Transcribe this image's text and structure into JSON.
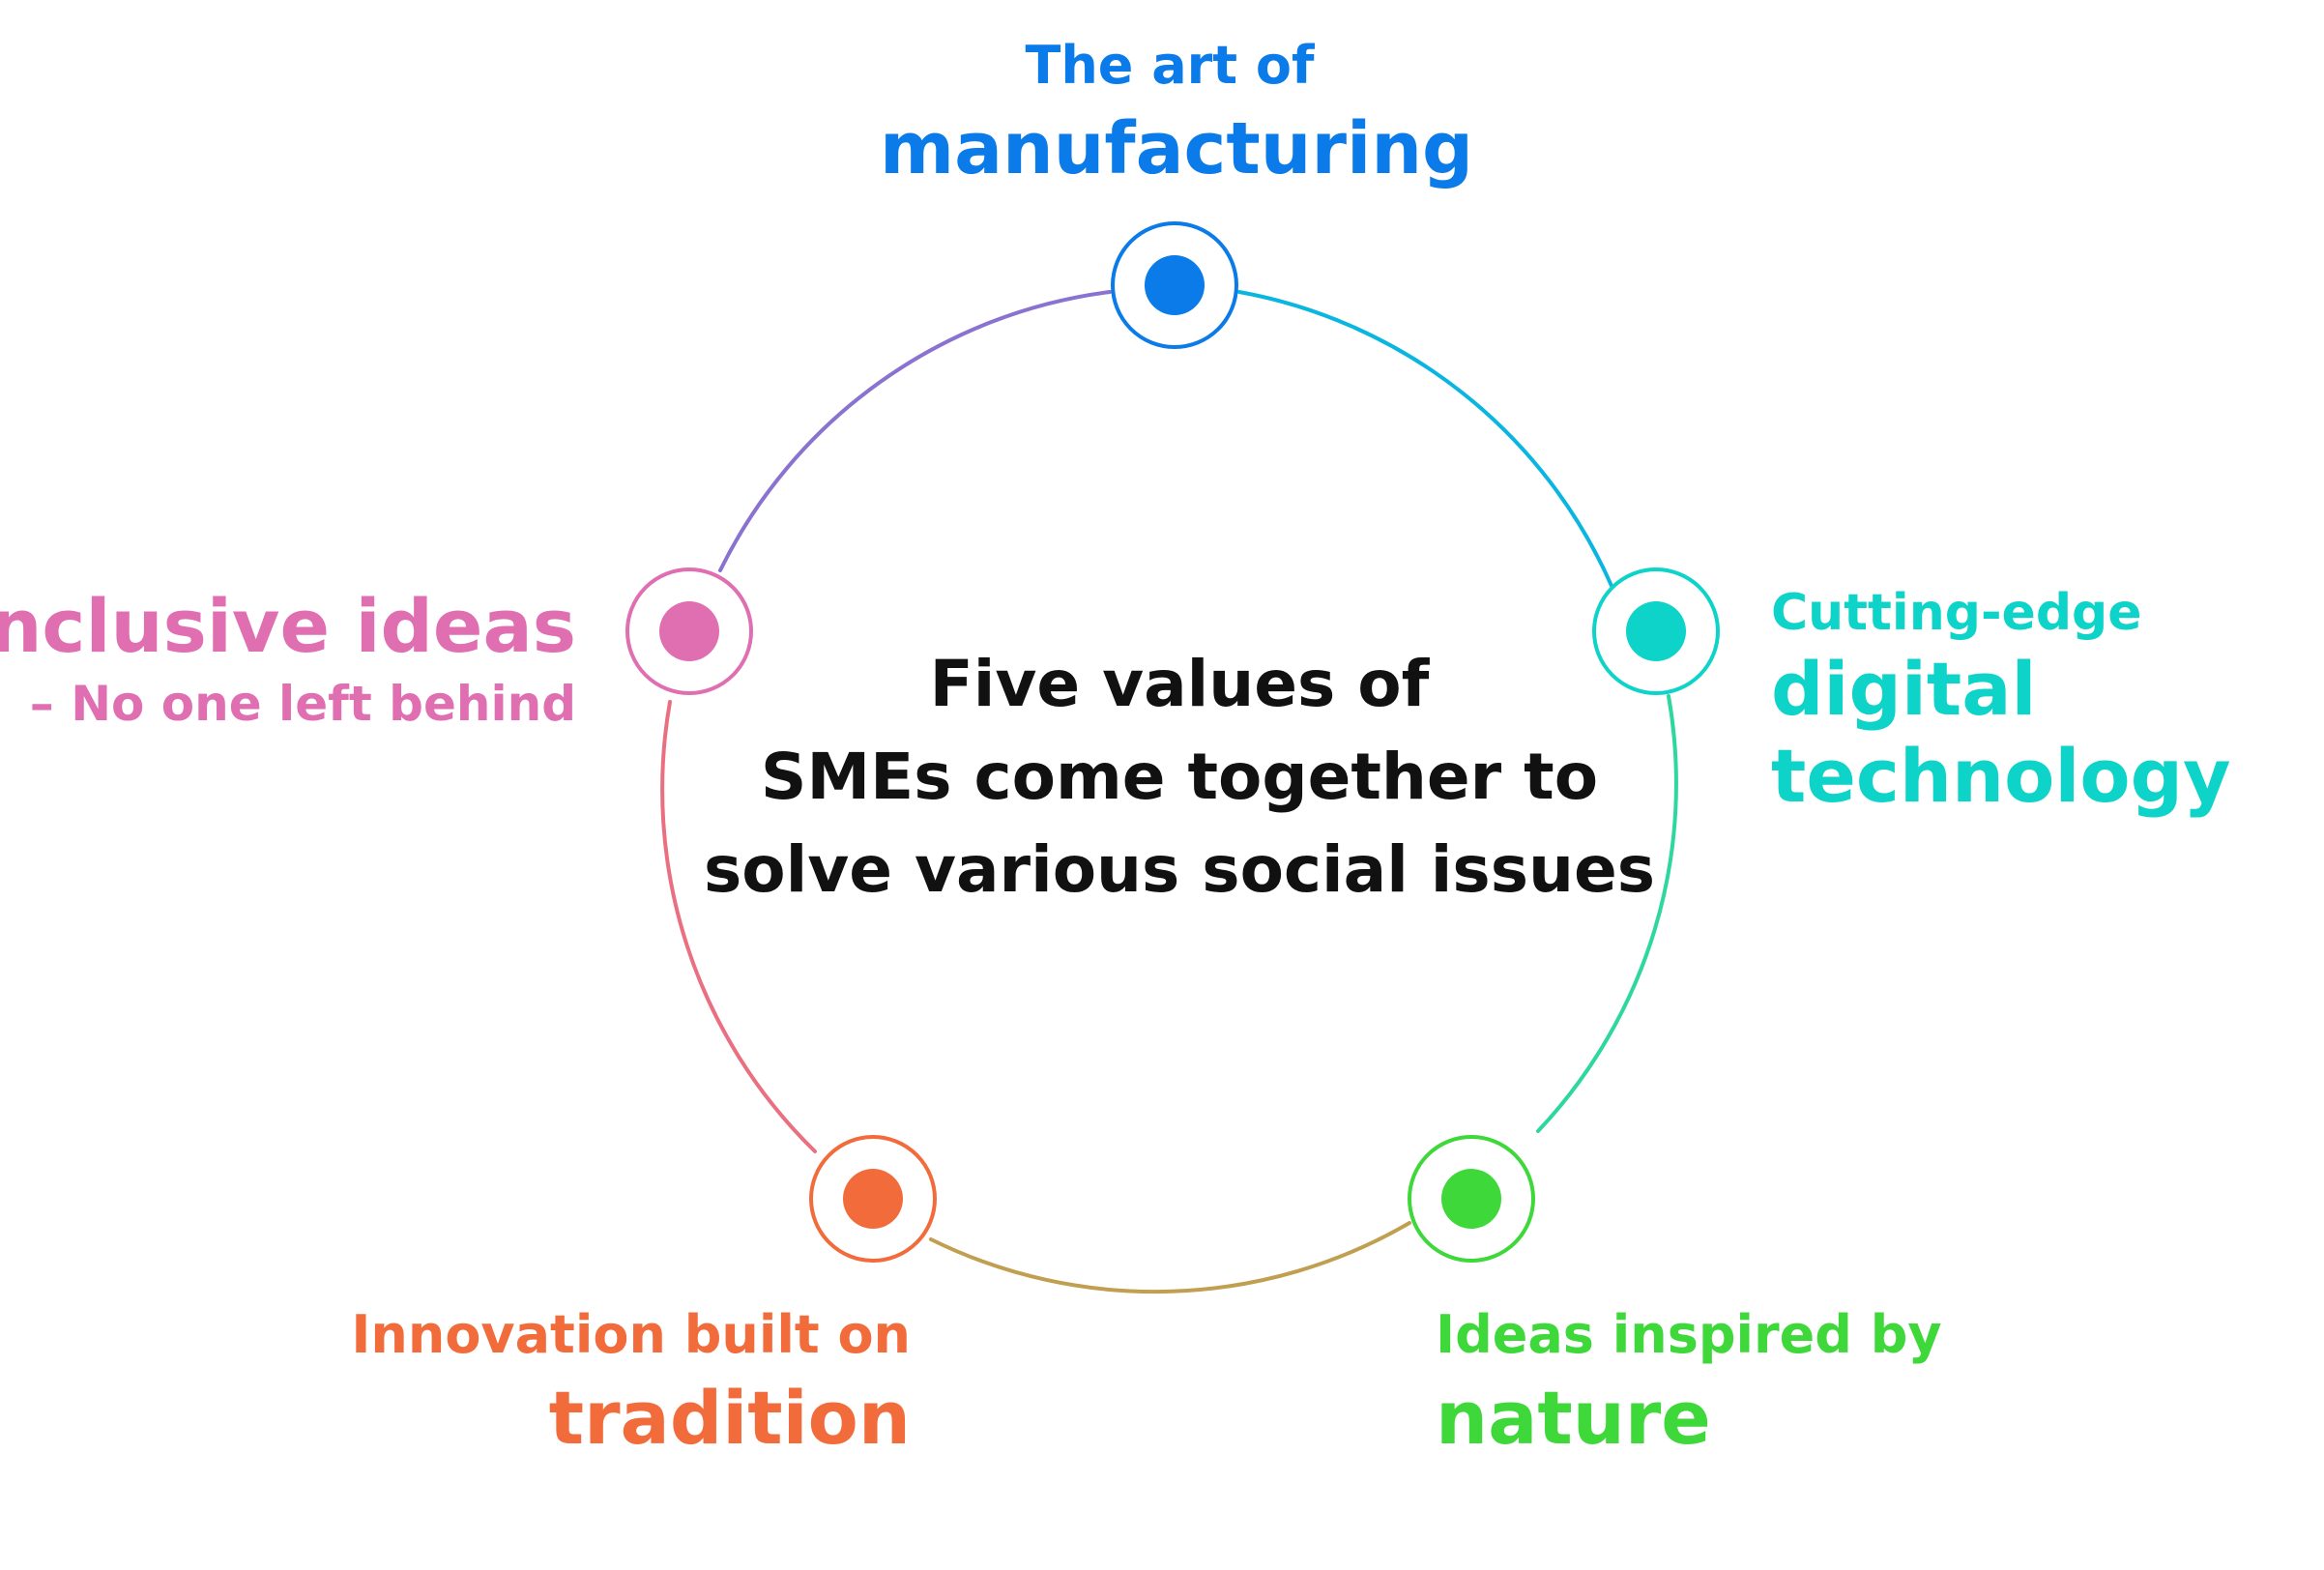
{
  "center": {
    "line1": "Five values of",
    "line2": "SMEs come together to",
    "line3": "solve various social issues"
  },
  "nodes": {
    "manufacturing": {
      "small": "The art of",
      "big": "manufacturing",
      "color": "#0a7be8"
    },
    "digital": {
      "small": "Cutting-edge",
      "big_line1": "digital",
      "big_line2": "technology",
      "color": "#0dd3c8"
    },
    "nature": {
      "small": "Ideas inspired by",
      "big": "nature",
      "color": "#3ed83a"
    },
    "tradition": {
      "small": "Innovation built on",
      "big": "tradition",
      "color": "#f26b3b"
    },
    "inclusive": {
      "big": "Inclusive ideas",
      "sub": "– No one left behind",
      "color": "#e06fb2"
    }
  }
}
